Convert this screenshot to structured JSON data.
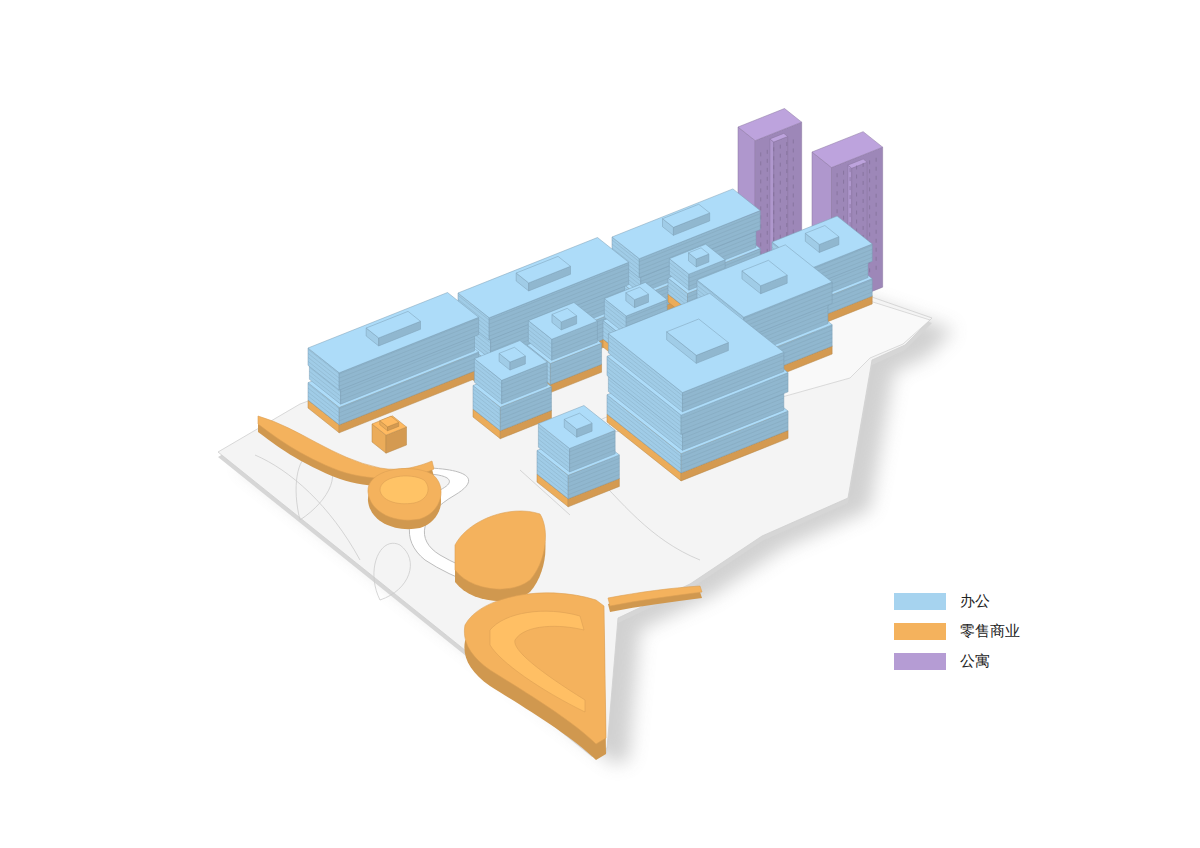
{
  "diagram": {
    "legend": [
      {
        "text": "办公",
        "color": "#a6d3ef"
      },
      {
        "text": "零售商业",
        "color": "#f4b25d"
      },
      {
        "text": "公寓",
        "color": "#b59cd4"
      }
    ]
  }
}
